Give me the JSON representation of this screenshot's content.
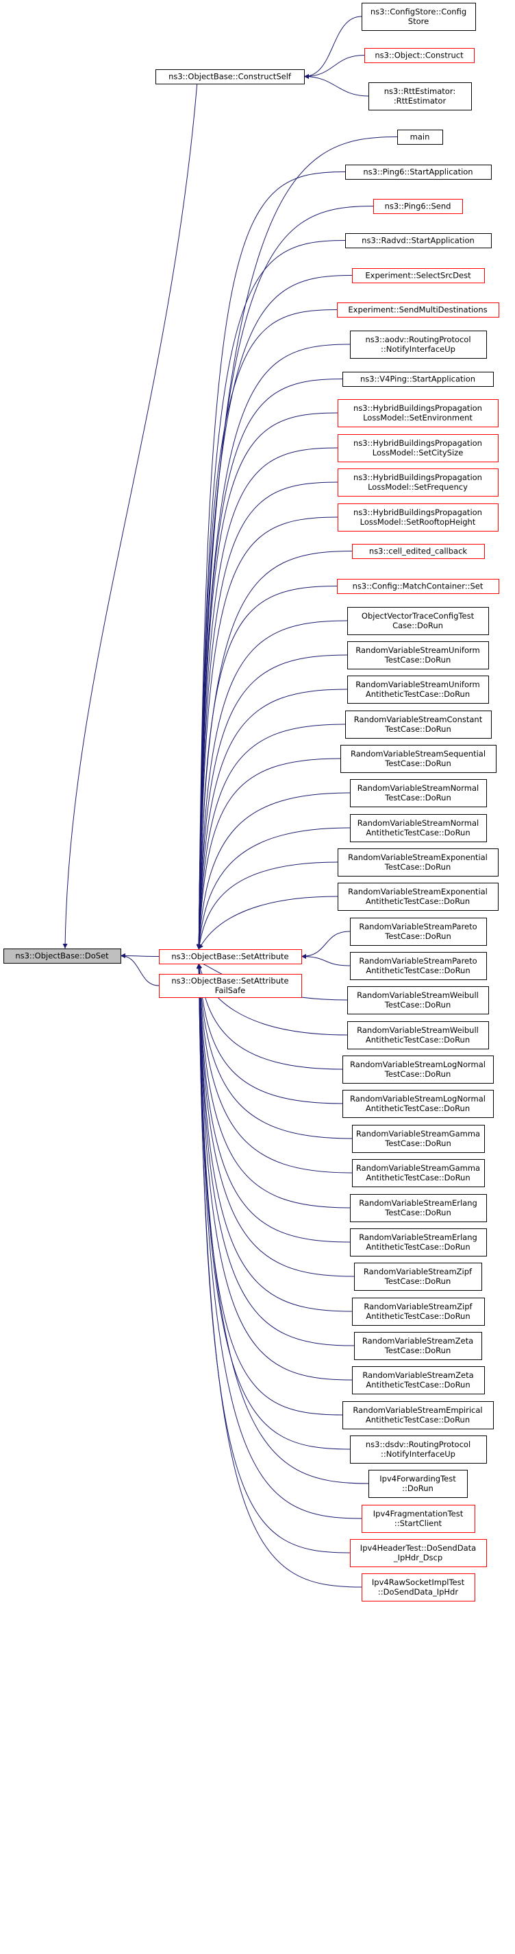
{
  "colors": {
    "edge": "#191970",
    "border_normal": "#000000",
    "border_red": "#ff0000",
    "focus_fill": "#bfbfbf",
    "fill": "#ffffff"
  },
  "nodes": [
    {
      "id": "doset",
      "lines": [
        "ns3::ObjectBase::DoSet"
      ],
      "style": "focus"
    },
    {
      "id": "constructself",
      "lines": [
        "ns3::ObjectBase::ConstructSelf"
      ],
      "style": "normal"
    },
    {
      "id": "setattribute",
      "lines": [
        "ns3::ObjectBase::SetAttribute"
      ],
      "style": "red"
    },
    {
      "id": "setattributefailsafe",
      "lines": [
        "ns3::ObjectBase::SetAttribute",
        "FailSafe"
      ],
      "style": "red"
    },
    {
      "id": "configstore",
      "lines": [
        "ns3::ConfigStore::Config",
        "Store"
      ],
      "style": "normal"
    },
    {
      "id": "objectconstruct",
      "lines": [
        "ns3::Object::Construct"
      ],
      "style": "red"
    },
    {
      "id": "rttestimator",
      "lines": [
        "ns3::RttEstimator:",
        ":RttEstimator"
      ],
      "style": "normal"
    },
    {
      "id": "main",
      "lines": [
        "main"
      ],
      "style": "normal"
    },
    {
      "id": "ping6start",
      "lines": [
        "ns3::Ping6::StartApplication"
      ],
      "style": "normal"
    },
    {
      "id": "ping6send",
      "lines": [
        "ns3::Ping6::Send"
      ],
      "style": "red"
    },
    {
      "id": "radvdstart",
      "lines": [
        "ns3::Radvd::StartApplication"
      ],
      "style": "normal"
    },
    {
      "id": "selectsrcdest",
      "lines": [
        "Experiment::SelectSrcDest"
      ],
      "style": "red"
    },
    {
      "id": "sendmulti",
      "lines": [
        "Experiment::SendMultiDestinations"
      ],
      "style": "red"
    },
    {
      "id": "aodvnotify",
      "lines": [
        "ns3::aodv::RoutingProtocol",
        "::NotifyInterfaceUp"
      ],
      "style": "normal"
    },
    {
      "id": "v4pingstart",
      "lines": [
        "ns3::V4Ping::StartApplication"
      ],
      "style": "normal"
    },
    {
      "id": "hybridenv",
      "lines": [
        "ns3::HybridBuildingsPropagation",
        "LossModel::SetEnvironment"
      ],
      "style": "red"
    },
    {
      "id": "hybridcity",
      "lines": [
        "ns3::HybridBuildingsPropagation",
        "LossModel::SetCitySize"
      ],
      "style": "red"
    },
    {
      "id": "hybridfreq",
      "lines": [
        "ns3::HybridBuildingsPropagation",
        "LossModel::SetFrequency"
      ],
      "style": "red"
    },
    {
      "id": "hybridroof",
      "lines": [
        "ns3::HybridBuildingsPropagation",
        "LossModel::SetRooftopHeight"
      ],
      "style": "red"
    },
    {
      "id": "celledited",
      "lines": [
        "ns3::cell_edited_callback"
      ],
      "style": "red"
    },
    {
      "id": "matchcontainer",
      "lines": [
        "ns3::Config::MatchContainer::Set"
      ],
      "style": "red"
    },
    {
      "id": "objvectortrace",
      "lines": [
        "ObjectVectorTraceConfigTest",
        "Case::DoRun"
      ],
      "style": "normal"
    },
    {
      "id": "rvsuniform",
      "lines": [
        "RandomVariableStreamUniform",
        "TestCase::DoRun"
      ],
      "style": "normal"
    },
    {
      "id": "rvsuniformanti",
      "lines": [
        "RandomVariableStreamUniform",
        "AntitheticTestCase::DoRun"
      ],
      "style": "normal"
    },
    {
      "id": "rvsconstant",
      "lines": [
        "RandomVariableStreamConstant",
        "TestCase::DoRun"
      ],
      "style": "normal"
    },
    {
      "id": "rvssequential",
      "lines": [
        "RandomVariableStreamSequential",
        "TestCase::DoRun"
      ],
      "style": "normal"
    },
    {
      "id": "rvsnormal",
      "lines": [
        "RandomVariableStreamNormal",
        "TestCase::DoRun"
      ],
      "style": "normal"
    },
    {
      "id": "rvsnormalanti",
      "lines": [
        "RandomVariableStreamNormal",
        "AntitheticTestCase::DoRun"
      ],
      "style": "normal"
    },
    {
      "id": "rvsexponential",
      "lines": [
        "RandomVariableStreamExponential",
        "TestCase::DoRun"
      ],
      "style": "normal"
    },
    {
      "id": "rvsexponentialanti",
      "lines": [
        "RandomVariableStreamExponential",
        "AntitheticTestCase::DoRun"
      ],
      "style": "normal"
    },
    {
      "id": "rvspareto",
      "lines": [
        "RandomVariableStreamPareto",
        "TestCase::DoRun"
      ],
      "style": "normal"
    },
    {
      "id": "rvsparetoanti",
      "lines": [
        "RandomVariableStreamPareto",
        "AntitheticTestCase::DoRun"
      ],
      "style": "normal"
    },
    {
      "id": "rvsweibull",
      "lines": [
        "RandomVariableStreamWeibull",
        "TestCase::DoRun"
      ],
      "style": "normal"
    },
    {
      "id": "rvsweibullanti",
      "lines": [
        "RandomVariableStreamWeibull",
        "AntitheticTestCase::DoRun"
      ],
      "style": "normal"
    },
    {
      "id": "rvslognormal",
      "lines": [
        "RandomVariableStreamLogNormal",
        "TestCase::DoRun"
      ],
      "style": "normal"
    },
    {
      "id": "rvslognormalanti",
      "lines": [
        "RandomVariableStreamLogNormal",
        "AntitheticTestCase::DoRun"
      ],
      "style": "normal"
    },
    {
      "id": "rvsgamma",
      "lines": [
        "RandomVariableStreamGamma",
        "TestCase::DoRun"
      ],
      "style": "normal"
    },
    {
      "id": "rvsgammaanti",
      "lines": [
        "RandomVariableStreamGamma",
        "AntitheticTestCase::DoRun"
      ],
      "style": "normal"
    },
    {
      "id": "rvserlang",
      "lines": [
        "RandomVariableStreamErlang",
        "TestCase::DoRun"
      ],
      "style": "normal"
    },
    {
      "id": "rvserlanganti",
      "lines": [
        "RandomVariableStreamErlang",
        "AntitheticTestCase::DoRun"
      ],
      "style": "normal"
    },
    {
      "id": "rvszipf",
      "lines": [
        "RandomVariableStreamZipf",
        "TestCase::DoRun"
      ],
      "style": "normal"
    },
    {
      "id": "rvszipfanti",
      "lines": [
        "RandomVariableStreamZipf",
        "AntitheticTestCase::DoRun"
      ],
      "style": "normal"
    },
    {
      "id": "rvszeta",
      "lines": [
        "RandomVariableStreamZeta",
        "TestCase::DoRun"
      ],
      "style": "normal"
    },
    {
      "id": "rvszetaanti",
      "lines": [
        "RandomVariableStreamZeta",
        "AntitheticTestCase::DoRun"
      ],
      "style": "normal"
    },
    {
      "id": "rvsempirical",
      "lines": [
        "RandomVariableStreamEmpirical",
        "AntitheticTestCase::DoRun"
      ],
      "style": "normal"
    },
    {
      "id": "dsdvnotify",
      "lines": [
        "ns3::dsdv::RoutingProtocol",
        "::NotifyInterfaceUp"
      ],
      "style": "normal"
    },
    {
      "id": "ipv4forwarding",
      "lines": [
        "Ipv4ForwardingTest",
        "::DoRun"
      ],
      "style": "normal"
    },
    {
      "id": "ipv4fragment",
      "lines": [
        "Ipv4FragmentationTest",
        "::StartClient"
      ],
      "style": "red"
    },
    {
      "id": "ipv4header",
      "lines": [
        "Ipv4HeaderTest::DoSendData",
        "_IpHdr_Dscp"
      ],
      "style": "red"
    },
    {
      "id": "ipv4rawsocket",
      "lines": [
        "Ipv4RawSocketImplTest",
        "::DoSendData_IpHdr"
      ],
      "style": "red"
    }
  ],
  "edges": [
    {
      "from": "constructself",
      "to": "doset"
    },
    {
      "from": "setattribute",
      "to": "doset"
    },
    {
      "from": "setattributefailsafe",
      "to": "doset"
    },
    {
      "from": "configstore",
      "to": "constructself"
    },
    {
      "from": "objectconstruct",
      "to": "constructself"
    },
    {
      "from": "rttestimator",
      "to": "constructself"
    },
    {
      "from": "main",
      "to": "setattribute"
    },
    {
      "from": "ping6start",
      "to": "setattribute"
    },
    {
      "from": "ping6send",
      "to": "setattribute"
    },
    {
      "from": "radvdstart",
      "to": "setattribute"
    },
    {
      "from": "selectsrcdest",
      "to": "setattribute"
    },
    {
      "from": "sendmulti",
      "to": "setattribute"
    },
    {
      "from": "aodvnotify",
      "to": "setattribute"
    },
    {
      "from": "v4pingstart",
      "to": "setattribute"
    },
    {
      "from": "hybridenv",
      "to": "setattribute"
    },
    {
      "from": "hybridcity",
      "to": "setattribute"
    },
    {
      "from": "hybridfreq",
      "to": "setattribute"
    },
    {
      "from": "hybridroof",
      "to": "setattribute"
    },
    {
      "from": "celledited",
      "to": "setattribute"
    },
    {
      "from": "matchcontainer",
      "to": "setattribute"
    },
    {
      "from": "objvectortrace",
      "to": "setattribute"
    },
    {
      "from": "rvsuniform",
      "to": "setattribute"
    },
    {
      "from": "rvsuniformanti",
      "to": "setattribute"
    },
    {
      "from": "rvsconstant",
      "to": "setattribute"
    },
    {
      "from": "rvssequential",
      "to": "setattribute"
    },
    {
      "from": "rvsnormal",
      "to": "setattribute"
    },
    {
      "from": "rvsnormalanti",
      "to": "setattribute"
    },
    {
      "from": "rvsexponential",
      "to": "setattribute"
    },
    {
      "from": "rvsexponentialanti",
      "to": "setattribute"
    },
    {
      "from": "rvspareto",
      "to": "setattribute"
    },
    {
      "from": "rvsparetoanti",
      "to": "setattribute"
    },
    {
      "from": "rvsweibull",
      "to": "setattribute"
    },
    {
      "from": "rvsweibullanti",
      "to": "setattribute"
    },
    {
      "from": "rvslognormal",
      "to": "setattribute"
    },
    {
      "from": "rvslognormalanti",
      "to": "setattribute"
    },
    {
      "from": "rvsgamma",
      "to": "setattribute"
    },
    {
      "from": "rvsgammaanti",
      "to": "setattribute"
    },
    {
      "from": "rvserlang",
      "to": "setattribute"
    },
    {
      "from": "rvserlanganti",
      "to": "setattribute"
    },
    {
      "from": "rvszipf",
      "to": "setattribute"
    },
    {
      "from": "rvszipfanti",
      "to": "setattribute"
    },
    {
      "from": "rvszeta",
      "to": "setattribute"
    },
    {
      "from": "rvszetaanti",
      "to": "setattribute"
    },
    {
      "from": "rvsempirical",
      "to": "setattribute"
    },
    {
      "from": "dsdvnotify",
      "to": "setattribute"
    },
    {
      "from": "ipv4forwarding",
      "to": "setattribute"
    },
    {
      "from": "ipv4fragment",
      "to": "setattribute"
    },
    {
      "from": "ipv4header",
      "to": "setattribute"
    },
    {
      "from": "ipv4rawsocket",
      "to": "setattribute"
    }
  ]
}
